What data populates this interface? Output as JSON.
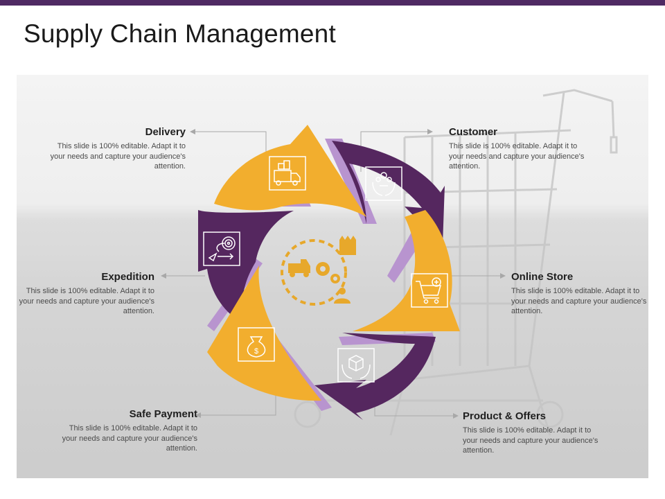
{
  "title": "Supply Chain Management",
  "colors": {
    "purple": "#55275f",
    "lavender": "#b894cf",
    "gold": "#f2ae2e",
    "bar": "#4f2a63"
  },
  "items": [
    {
      "title": "Delivery",
      "desc": "This slide is 100% editable. Adapt it to your needs and capture your audience's attention.",
      "icon": "delivery-truck-icon"
    },
    {
      "title": "Customer",
      "desc": "This slide is 100% editable. Adapt it to your needs and capture your audience's attention.",
      "icon": "customer-hands-icon"
    },
    {
      "title": "Online Store",
      "desc": "This slide is 100% editable. Adapt it to your needs and capture your audience's attention.",
      "icon": "shopping-cart-icon"
    },
    {
      "title": "Product & Offers",
      "desc": "This slide is 100% editable. Adapt it to your needs and capture your audience's attention.",
      "icon": "product-box-hands-icon"
    },
    {
      "title": "Safe Payment",
      "desc": "This slide is 100% editable. Adapt it to your needs and capture your audience's attention.",
      "icon": "money-bag-icon"
    },
    {
      "title": "Expedition",
      "desc": "This slide is 100% editable. Adapt it to your needs and capture your audience's attention.",
      "icon": "target-arrow-icon"
    }
  ],
  "center_icon": "supply-chain-gears-icon"
}
